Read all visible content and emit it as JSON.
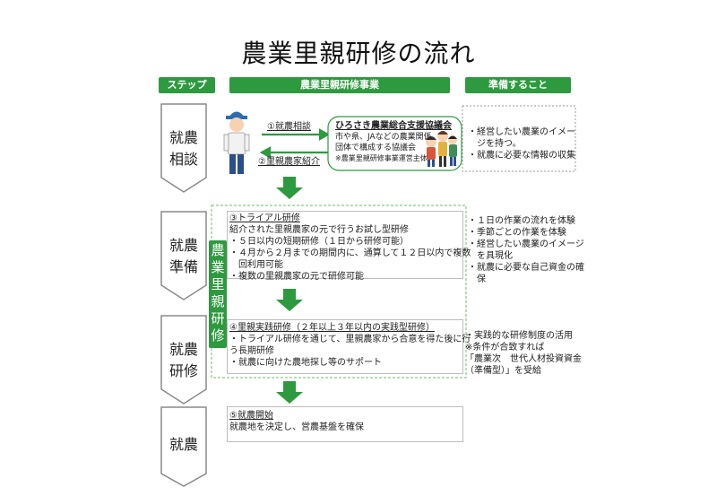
{
  "title": "農業里親研修の流れ",
  "headers": {
    "step": "ステップ",
    "program": "農業里親研修事業",
    "prep": "準備すること"
  },
  "steps": [
    {
      "line1": "就農",
      "line2": "相談"
    },
    {
      "line1": "就農",
      "line2": "準備"
    },
    {
      "line1": "就農",
      "line2": "研修"
    },
    {
      "line1": "就農",
      "line2": ""
    }
  ],
  "consult": {
    "arrow_top": "①就農相談",
    "arrow_bottom": "②里親農家紹介",
    "council_name": "ひろさき農業総合支援協議会",
    "council_desc1": "市や県、JAなどの農業関係",
    "council_desc2": "団体で構成する協議会",
    "council_note": "※農業里親研修事業運営主体"
  },
  "trial": {
    "heading": "③トライアル研修",
    "lines": [
      "紹介された里親農家の元で行うお試し型研修",
      "・５日以内の短期研修（１日から研修可能）",
      "・４月から２月までの期間内に、通算して１２日以内で複数",
      "　回利用可能",
      "・複数の里親農家の元で研修可能"
    ]
  },
  "side_label": [
    "農",
    "業",
    "里",
    "親",
    "研",
    "修"
  ],
  "practical": {
    "heading": "④里親実践研修（２年以上３年以内の実践型研修）",
    "lines": [
      "・トライアル研修を通じて、里親農家から合意を得た後に行",
      "う長期研修",
      "・就農に向けた農地探し等のサポート"
    ]
  },
  "start": {
    "heading": "⑤就農開始",
    "line": "就農地を決定し、営農基盤を確保"
  },
  "prep": {
    "consult": [
      "・経営したい農業のイメー",
      "　ジを持つ。",
      "・就農に必要な情報の収集"
    ],
    "ready": [
      "・１日の作業の流れを体験",
      "・季節ごとの作業を体験",
      "・経営したい農業のイメージ",
      "　を具現化",
      "・就農に必要な自己資金の確",
      "　保"
    ],
    "training": [
      "・実践的な研修制度の活用",
      "※条件が合致すれば",
      "「農業次　世代人材投資資金",
      "（準備型）」を受給"
    ]
  },
  "colors": {
    "accent": "#2e9a3f",
    "chevron": "#8a8a8a",
    "arrow": "#2e9a3f"
  },
  "icons": [
    "person-farmer-icon",
    "people-group-icon",
    "double-arrow-icon",
    "down-arrow-icon",
    "chevron-step-icon"
  ]
}
